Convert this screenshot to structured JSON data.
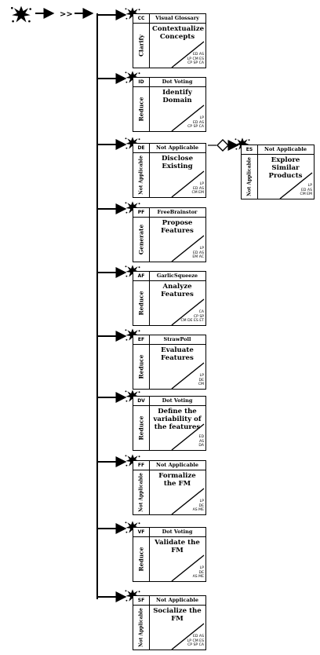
{
  "start_symbol": "splat-icon",
  "chevrons": ">>",
  "diamond_symbol": "diamond-icon",
  "steps": [
    {
      "code": "CC",
      "technique": "Visual Glossary",
      "activity": "Contextualize Concepts",
      "category": "Clarify",
      "roles": [
        "ED AS",
        "LP CM ES",
        "CP SP CA"
      ]
    },
    {
      "code": "ID",
      "technique": "Dot Voting",
      "activity": "Identify Domain",
      "category": "Reduce",
      "roles": [
        "LP",
        "ED AS",
        "CP SP CA"
      ]
    },
    {
      "code": "DE",
      "technique": "Not Applicable",
      "activity": "Disclose Existing",
      "category": "Not Applicable",
      "roles": [
        "LP",
        "ED AS",
        "CM EM"
      ]
    },
    {
      "code": "PF",
      "technique": "FreeBrainstor",
      "activity": "Propose Features",
      "category": "Generate",
      "roles": [
        "LP",
        "ED AS",
        "EM AC"
      ]
    },
    {
      "code": "AF",
      "technique": "GarlicSqueeze",
      "activity": "Analyze Features",
      "category": "Reduce",
      "roles": [
        "CA",
        "CP SP",
        "CM DE ES ET"
      ]
    },
    {
      "code": "EF",
      "technique": "StrawPoll",
      "activity": "Evaluate Features",
      "category": "Reduce",
      "roles": [
        "LP",
        "DE",
        "CM"
      ]
    },
    {
      "code": "DV",
      "technique": "Dot Voting",
      "activity": "Define the variability of the features",
      "category": "Reduce",
      "roles": [
        "ED",
        "AS",
        "DA"
      ]
    },
    {
      "code": "FF",
      "technique": "Not Applicable",
      "activity": "Formalize the FM",
      "category": "Not Applicable",
      "roles": [
        "LP",
        "DE",
        "AS ME"
      ]
    },
    {
      "code": "VF",
      "technique": "Dot Voting",
      "activity": "Validate the FM",
      "category": "Reduce",
      "roles": [
        "LP",
        "DE",
        "AS ME"
      ]
    },
    {
      "code": "SF",
      "technique": "Not Applicable",
      "activity": "Socialize the FM",
      "category": "Not Applicable",
      "roles": [
        "ED AS",
        "LP CM ES",
        "CP SP CA"
      ]
    }
  ],
  "branch": {
    "code": "ES",
    "technique": "Not Applicable",
    "activity": "Explore Similar Products",
    "category": "Not Applicable",
    "roles": [
      "LP",
      "ED AS",
      "CM EM"
    ]
  }
}
